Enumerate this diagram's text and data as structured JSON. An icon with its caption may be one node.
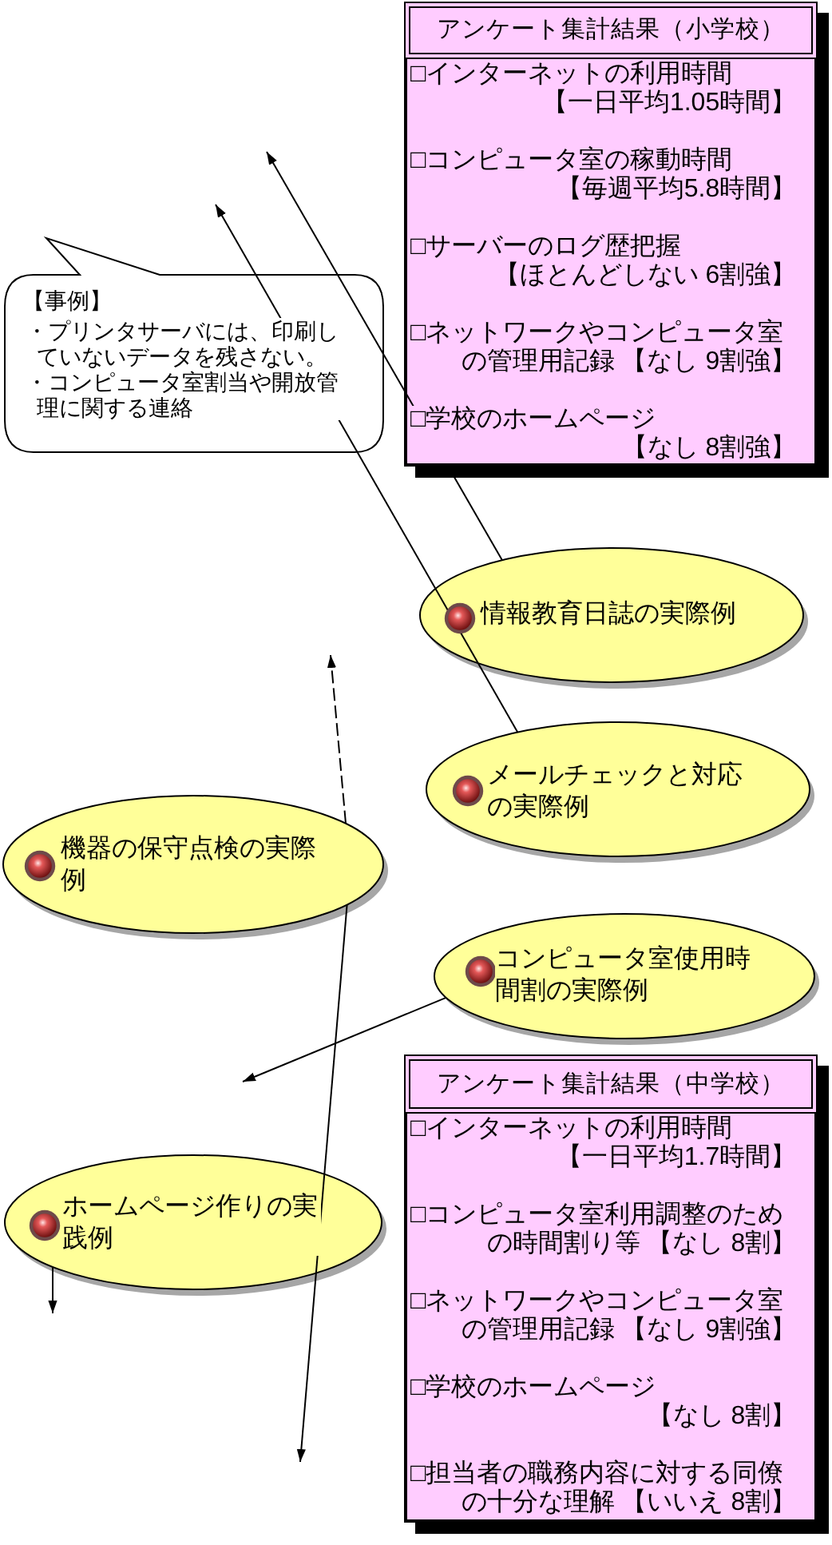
{
  "diagram": {
    "nodes": [
      {
        "text": [
          "□インターネットの利用時間【一日平均1.05時間】",
          "□コンピュータ室の稼動時間【毎週平均5.8時間】",
          "□サーバーのログ歴把握【ほとんどしない 6割強】",
          "□ネットワークやコンピュータ室の管理用記録 【なし 9割強】",
          "□学校のホームページ【なし 8割強】"
        ]
      },
      {
        "text": [
          "アンケート集計結果（小学校）"
        ],
        "in": 0
      },
      {
        "text": [
          "【事例】",
          "・プリンタサーバには、印刷していないデータを残さない。",
          "・コンピュータ室割当や開放管理に関する連絡"
        ]
      },
      {
        "text": [
          "情報教育日誌の実際例"
        ]
      },
      {
        "text": [
          "メールチェックと対応の実際例"
        ]
      },
      {
        "text": [
          "機器の保守点検の実際例"
        ]
      },
      {
        "text": [
          "コンピュータ室使用時間割の実際例"
        ]
      },
      {
        "text": [
          "□インターネットの利用時間【一日平均1.7時間】",
          "□コンピュータ室利用調整のための時間割り等 【なし 8割】",
          "□ネットワークやコンピュータ室の管理用記録 【なし 9割強】",
          "□学校のホームページ【なし 8割】",
          "□担当者の職務内容に対する同僚の十分な理解 【いいえ 8割】"
        ]
      },
      {
        "text": [
          "アンケート集計結果（中学校）"
        ],
        "in": 7
      },
      {
        "text": [
          "ホームページ作りの実践例"
        ]
      }
    ],
    "edges": [
      {
        "from": 3,
        "to": null,
        "arrow": "to"
      },
      {
        "from": 4,
        "to": null,
        "arrow": "to"
      },
      {
        "from": 5,
        "to": null,
        "arrow": "to",
        "style": "dashed"
      },
      {
        "from": 6,
        "to": null,
        "arrow": "to"
      },
      {
        "from": 5,
        "to": null,
        "arrow": "to"
      },
      {
        "from": 9,
        "to": null,
        "arrow": "to"
      }
    ]
  }
}
